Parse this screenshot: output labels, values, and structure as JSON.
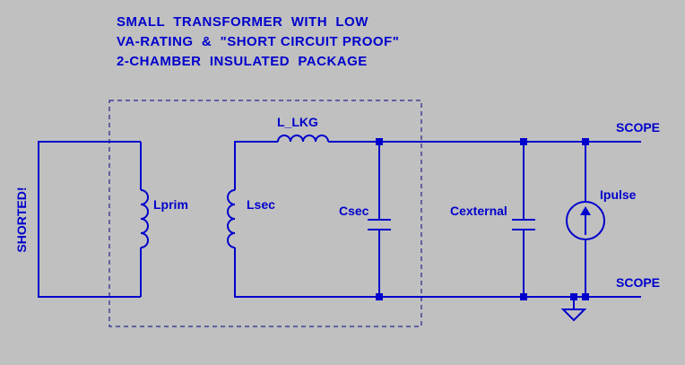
{
  "title": {
    "line1": "SMALL  TRANSFORMER  WITH  LOW",
    "line2": "VA-RATING  &  \"SHORT CIRCUIT PROOF\"",
    "line3": "2-CHAMBER  INSULATED  PACKAGE"
  },
  "labels": {
    "shorted": "SHORTED!",
    "lprim": "Lprim",
    "lsec": "Lsec",
    "l_lkg": "L_LKG",
    "csec": "Csec",
    "cexternal": "Cexternal",
    "ipulse": "Ipulse",
    "scope_top": "SCOPE",
    "scope_bottom": "SCOPE"
  },
  "colors": {
    "background": "#c0c0c0",
    "wire": "#0000cc",
    "package_outline": "#000080"
  }
}
